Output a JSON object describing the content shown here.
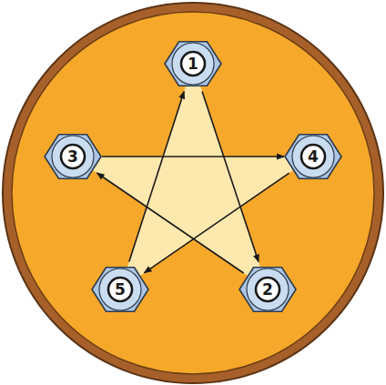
{
  "diagram": {
    "nodes": [
      {
        "text": [
          "1"
        ]
      },
      {
        "text": [
          "3"
        ]
      },
      {
        "text": [
          "4"
        ]
      },
      {
        "text": [
          "5"
        ]
      },
      {
        "text": [
          "2"
        ]
      }
    ],
    "edges": [
      {
        "from": 0,
        "to": 4,
        "arrow": "to"
      },
      {
        "from": 4,
        "to": 1,
        "arrow": "to"
      },
      {
        "from": 1,
        "to": 2,
        "arrow": "to"
      },
      {
        "from": 2,
        "to": 3,
        "arrow": "to"
      },
      {
        "from": 3,
        "to": 0,
        "arrow": "to"
      }
    ]
  }
}
